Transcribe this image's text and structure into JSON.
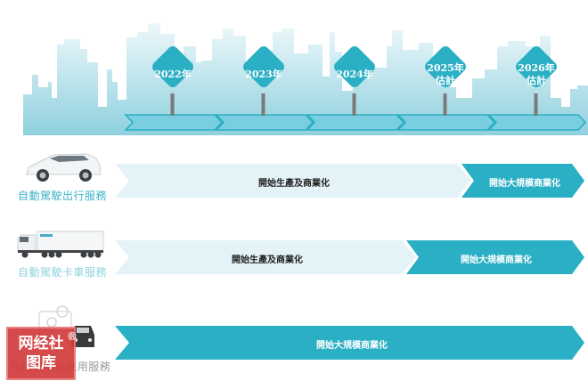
{
  "timeline": {
    "milestones": [
      {
        "line1": "2022年",
        "line2": ""
      },
      {
        "line1": "2023年",
        "line2": ""
      },
      {
        "line1": "2024年",
        "line2": ""
      },
      {
        "line1": "2025年",
        "line2": "估計"
      },
      {
        "line1": "2026年",
        "line2": "估計"
      }
    ]
  },
  "rows": [
    {
      "label": "自動駕駛出行服務",
      "icon": "robotaxi-car-icon",
      "phase1": "開始生產及商業化",
      "phase2": "開始大規模商業化"
    },
    {
      "label": "自動駕駛卡車服務",
      "icon": "autonomous-truck-icon",
      "phase1": "開始生產及商業化",
      "phase2": "開始大規模商業化"
    },
    {
      "label": "技術授權與應用服務",
      "icon": "car-gear-icon",
      "phase1": "開始大規模商業化"
    }
  ],
  "colors": {
    "teal": "#2aafc4",
    "light_teal": "#e3f3f8",
    "skyline_top": "#e6f4f8",
    "skyline_bottom": "#8fd0de",
    "label_teal": "#3bb4c8",
    "label_gray": "#9a9a9a"
  },
  "watermark": {
    "line1": "网经社",
    "line2": "图库",
    "mark": "®"
  }
}
